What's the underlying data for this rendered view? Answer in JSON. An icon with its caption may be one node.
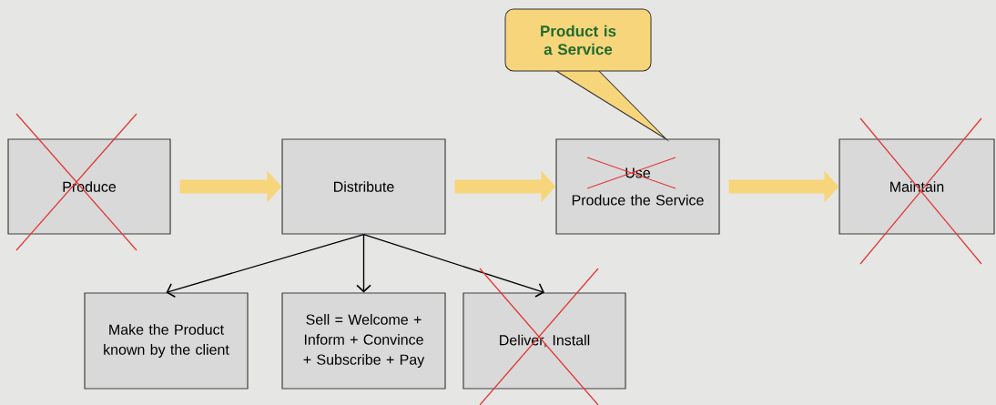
{
  "diagram": {
    "nodes": [
      {
        "text": [
          "Produce"
        ]
      },
      {
        "text": [
          "Distribute"
        ]
      },
      {
        "text": [
          "Use",
          "Produce the Service"
        ]
      },
      {
        "text": [
          "Maintain"
        ]
      },
      {
        "text": [
          "Product is a Service"
        ]
      },
      {
        "text": [
          "Make the Product known by the client"
        ]
      },
      {
        "text": [
          "Sell = Welcome + Inform + Convince + Subscribe + Pay"
        ]
      },
      {
        "text": [
          "Deliver, Install"
        ]
      }
    ],
    "edges": [
      {
        "from": 0,
        "to": 1,
        "arrow": "to",
        "style": "thick",
        "color": "#f7d57b"
      },
      {
        "from": 1,
        "to": 2,
        "arrow": "to",
        "style": "thick",
        "color": "#f7d57b"
      },
      {
        "from": 2,
        "to": 3,
        "arrow": "to",
        "style": "thick",
        "color": "#f7d57b"
      },
      {
        "from": 1,
        "to": 5,
        "arrow": "to",
        "color": "#000000"
      },
      {
        "from": 1,
        "to": 6,
        "arrow": "to",
        "color": "#000000"
      },
      {
        "from": 1,
        "to": 7,
        "arrow": "to",
        "color": "#000000"
      }
    ]
  }
}
